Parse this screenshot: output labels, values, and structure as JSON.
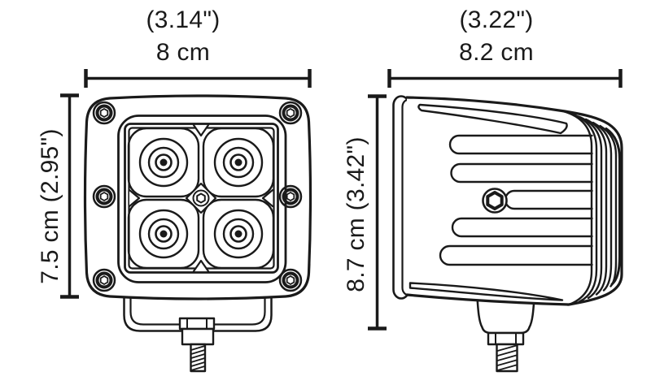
{
  "colors": {
    "background": "#ffffff",
    "line": "#1a1a1a"
  },
  "front_view": {
    "width_inches": "(3.14\")",
    "width_metric": "8 cm",
    "height": "7.5 cm (2.95\")"
  },
  "side_view": {
    "width_inches": "(3.22\")",
    "width_metric": "8.2 cm",
    "height": "8.7 cm (3.42\")"
  }
}
